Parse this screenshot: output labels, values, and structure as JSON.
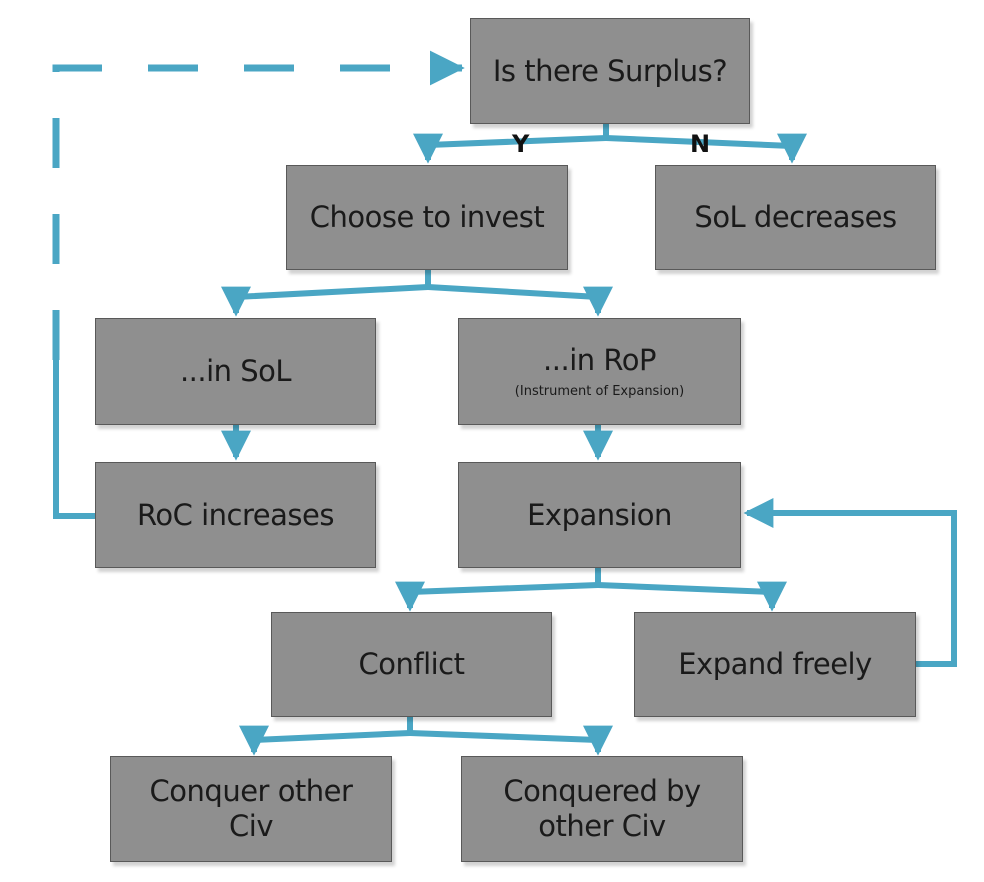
{
  "colors": {
    "box_fill": "#8f8f8f",
    "box_border": "#595959",
    "arrow": "#4aa6c4",
    "text": "#1a1a1a"
  },
  "nodes": {
    "surplus": "Is there Surplus?",
    "invest": "Choose to invest",
    "sol_decreases": "SoL decreases",
    "in_sol": "...in SoL",
    "in_rop": "...in RoP",
    "in_rop_note": "(Instrument of Expansion)",
    "roc_increases": "RoC increases",
    "expansion": "Expansion",
    "conflict": "Conflict",
    "expand_freely": "Expand freely",
    "conquer_other_line1": "Conquer other",
    "conquer_other_line2": "Civ",
    "conquered_by_line1": "Conquered by",
    "conquered_by_line2": "other Civ"
  },
  "branch_labels": {
    "yes": "Y",
    "no": "N"
  }
}
